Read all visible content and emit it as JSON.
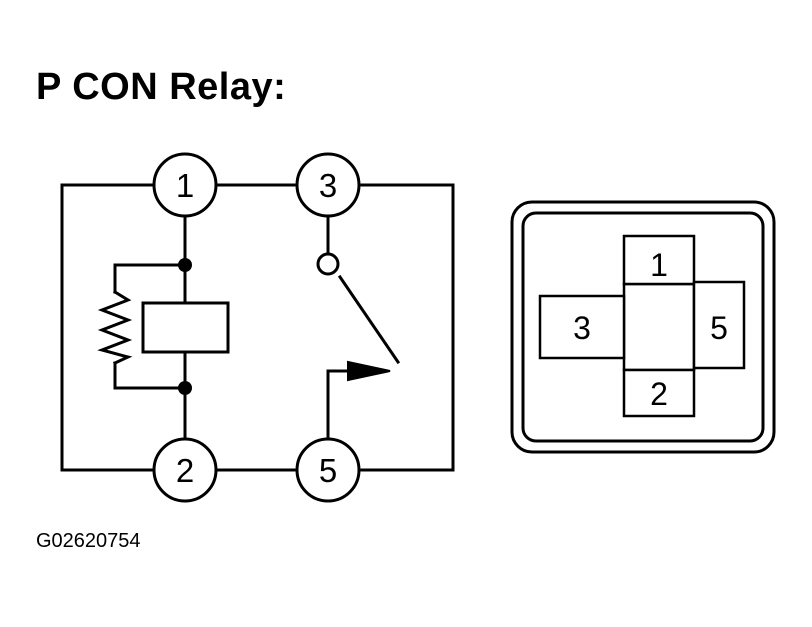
{
  "title": "P CON Relay:",
  "figure_code": "G02620754",
  "schematic": {
    "terminals": [
      "1",
      "2",
      "3",
      "5"
    ]
  },
  "connector": {
    "pins": [
      "1",
      "2",
      "3",
      "5"
    ]
  }
}
